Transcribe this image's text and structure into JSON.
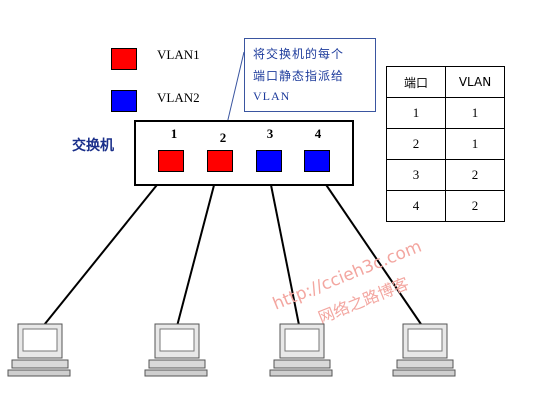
{
  "legend": [
    {
      "label": "VLAN1",
      "color": "#ff0000"
    },
    {
      "label": "VLAN2",
      "color": "#0000ff"
    }
  ],
  "callout": {
    "lines": [
      "将交换机的每个",
      "端口静态指派给",
      "VLAN"
    ]
  },
  "switch": {
    "label": "交换机",
    "ports": [
      {
        "number": "1",
        "color": "#ff0000"
      },
      {
        "number": "2",
        "color": "#ff0000"
      },
      {
        "number": "3",
        "color": "#0000ff"
      },
      {
        "number": "4",
        "color": "#0000ff"
      }
    ]
  },
  "port_table": {
    "headers": [
      "端口",
      "VLAN"
    ],
    "rows": [
      [
        "1",
        "1"
      ],
      [
        "2",
        "1"
      ],
      [
        "3",
        "2"
      ],
      [
        "4",
        "2"
      ]
    ]
  },
  "watermark": {
    "url": "http://ccieh3c.com",
    "text": "网络之路博客"
  }
}
